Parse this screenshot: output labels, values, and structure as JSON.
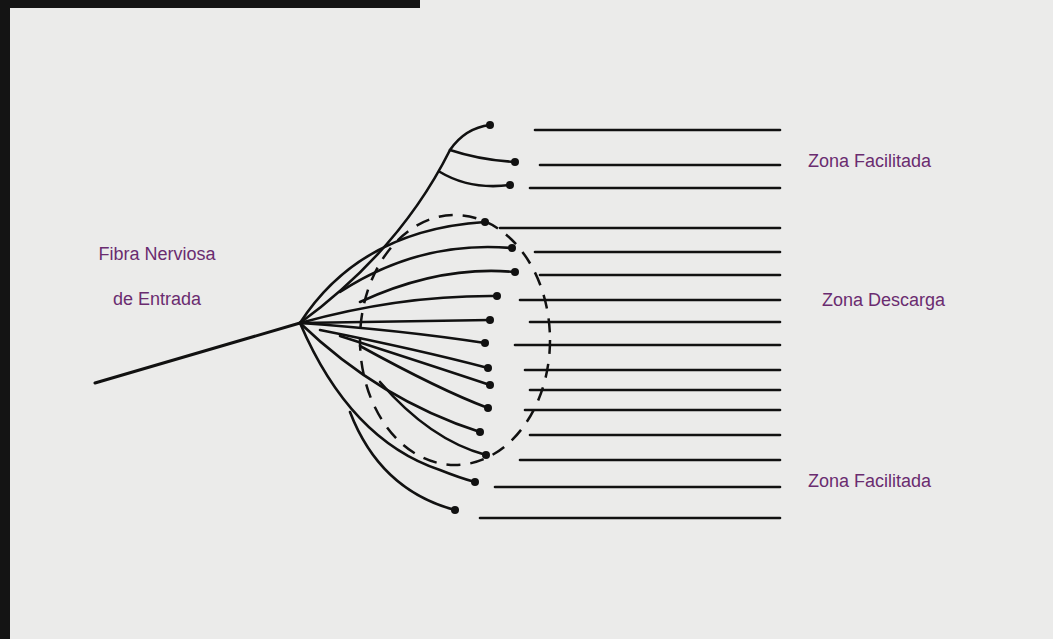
{
  "diagram": {
    "labels": [
      "Fibra Nerviosa de Entrada",
      "Zona Facilitada",
      "Zona Descarga",
      "Zona Facilitada"
    ]
  }
}
